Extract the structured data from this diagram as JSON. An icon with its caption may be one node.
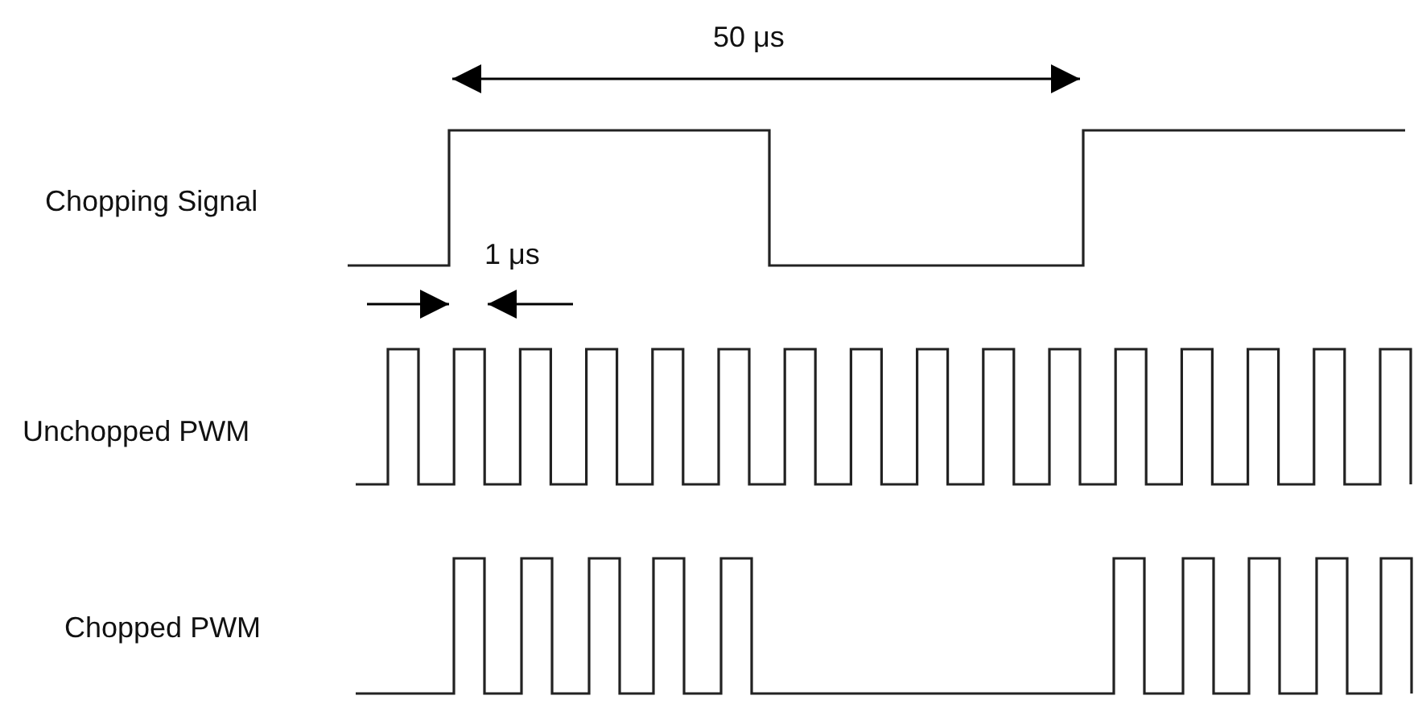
{
  "diagram": {
    "labels": [
      "50 μs",
      "Chopping Signal",
      "1 μs",
      "Unchopped PWM",
      "Chopped PWM"
    ]
  }
}
